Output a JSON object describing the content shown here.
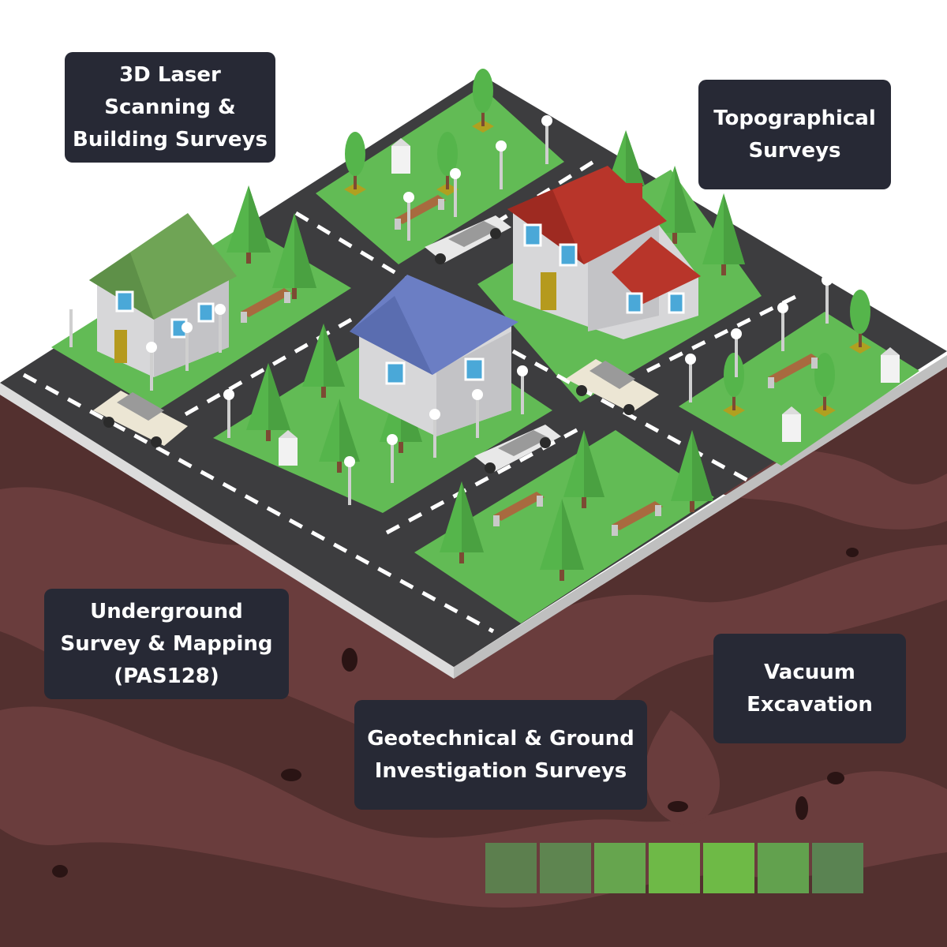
{
  "labels": {
    "laser_scanning": "3D Laser\nScanning &\nBuilding Surveys",
    "topographical": "Topographical\nSurveys",
    "underground": "Underground\nSurvey & Mapping\n(PAS128)",
    "geotechnical": "Geotechnical & Ground\nInvestigation Surveys",
    "vacuum": "Vacuum\nExcavation"
  },
  "colors": {
    "soil_dark": "#53302f",
    "soil_light": "#6a3d3d",
    "grass": "#62bb55",
    "road": "#3d3d3f",
    "road_marking": "#ffffff",
    "platform_edge": "#dcdcdc",
    "label_bg": "#272935",
    "roof_green": "#6fa455",
    "roof_blue": "#6b7ec4",
    "roof_red": "#b8352a",
    "house_wall": "#d7d7d9",
    "tree_green": "#55b54b",
    "tree_trunk": "#7c4a33"
  },
  "swatches": [
    "#5c7f4e",
    "#5e8550",
    "#66a54e",
    "#6eb947",
    "#6eba46",
    "#62a14e",
    "#5a8352"
  ],
  "icons": [
    "house-icon",
    "tree-icon",
    "car-icon",
    "bench-icon",
    "street-lamp-icon",
    "bollard-icon"
  ]
}
